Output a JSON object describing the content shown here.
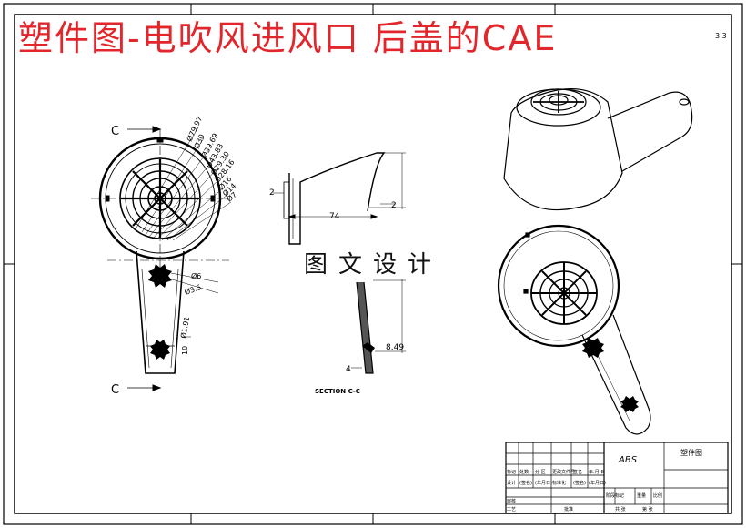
{
  "banner": {
    "title": "塑件图-电吹风进风口 后盖的CAE"
  },
  "watermark": {
    "text": "图文设计"
  },
  "front_view": {
    "section_labels": [
      "C",
      "C"
    ],
    "dims_right": [
      "Ø79.97",
      "Ø30",
      "Ø39.69",
      "Ø43.83",
      "Ø29.30",
      "Ø28.16",
      "Ø16",
      "Ø14",
      "Ø7"
    ],
    "dim_hole_a": "Ø6",
    "dim_hole_b": "Ø3.5",
    "dim_rib": "Ø1.91",
    "dim_width": "10"
  },
  "section_view": {
    "dim_top_left": "2",
    "dim_top_right": "2",
    "dim_length": "74",
    "dim_height": "8.49",
    "dim_wall": "4",
    "caption": "SECTION C-C"
  },
  "title_block": {
    "material": "ABS",
    "part_name": "塑件图",
    "cells": [
      "标记",
      "处数",
      "分 区",
      "更改文件号",
      "签名",
      "年.月.日",
      "设计",
      "(签名)",
      "(年月日)",
      "标准化",
      "(签名)",
      "(年月日)",
      "阶段标记",
      "重量",
      "比例",
      "审核",
      "工艺",
      "批准",
      "共 张",
      "第 张"
    ],
    "corner_note": "3.3"
  }
}
